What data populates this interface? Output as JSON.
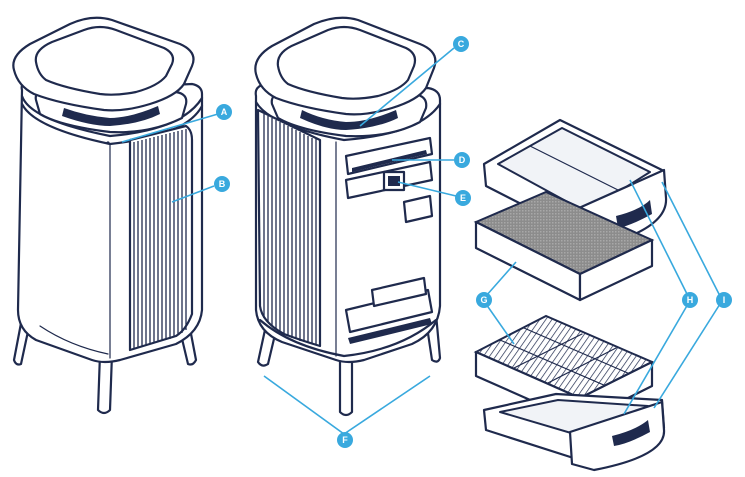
{
  "labels": {
    "a": "A",
    "b": "B",
    "c": "C",
    "d": "D",
    "e": "E",
    "f": "F",
    "g": "G",
    "h": "H",
    "i": "I"
  },
  "colors": {
    "line": "#1f2a4d",
    "callout": "#39a9de",
    "filter_face": "#9a9a9a",
    "background": "#ffffff"
  }
}
